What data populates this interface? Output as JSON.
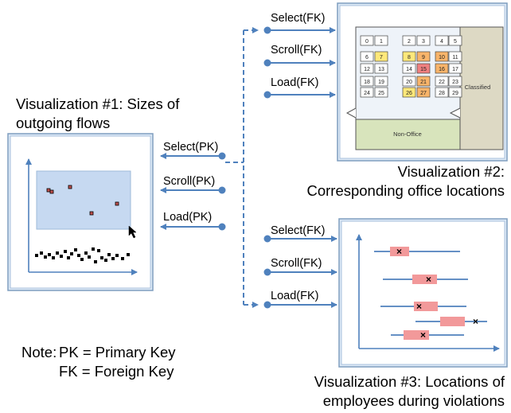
{
  "viz1": {
    "title_line1": "Visualization #1: Sizes of",
    "title_line2": "outgoing flows",
    "ports": [
      "Select(PK)",
      "Scroll(PK)",
      "Load(PK)"
    ]
  },
  "viz2": {
    "title_line1": "Visualization #2:",
    "title_line2": "Corresponding office locations",
    "ports": [
      "Select(FK)",
      "Scroll(FK)",
      "Load(FK)"
    ],
    "rooms": [
      "0",
      "1",
      "2",
      "3",
      "4",
      "5",
      "6",
      "7",
      "8",
      "9",
      "10",
      "11",
      "12",
      "13",
      "14",
      "15",
      "16",
      "17",
      "18",
      "19",
      "20",
      "21",
      "22",
      "23",
      "24",
      "25",
      "26",
      "27",
      "28",
      "29"
    ],
    "classified_label": "Classified",
    "non_office_label": "Non-Office"
  },
  "viz3": {
    "title_line1": "Visualization #3: Locations of",
    "title_line2": "employees during violations",
    "ports": [
      "Select(FK)",
      "Scroll(FK)",
      "Load(FK)"
    ]
  },
  "note": {
    "prefix": "Note:",
    "line1": "PK = Primary Key",
    "line2": "FK = Foreign Key"
  },
  "colors": {
    "frame_fill": "#dce9f6",
    "connector": "#4f81bd",
    "selection_fill": "#c6d9f1",
    "room_yellow": "#ffe87a",
    "room_orange": "#f8b46a",
    "room_red": "#f08080",
    "non_office": "#d8e4bc",
    "classified": "#ddd9c4",
    "box_fill": "#f2999a"
  }
}
